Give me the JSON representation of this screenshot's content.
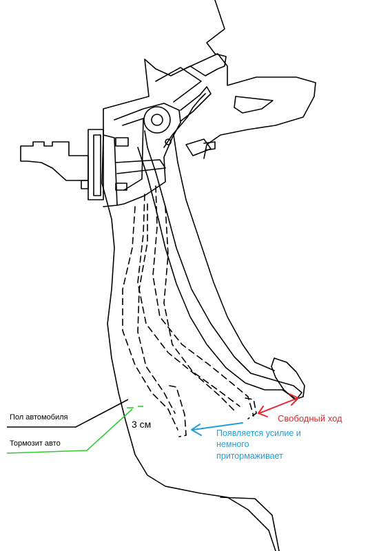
{
  "labels": {
    "floor": "Пол автомобиля",
    "brakes": "Тормозит авто",
    "gap": "3 см",
    "free_play": "Свободный ход",
    "force_line1": "Появляется усилие и",
    "force_line2": "немного",
    "force_line3": "притормаживает"
  },
  "colors": {
    "free_play": "#e8262b",
    "force": "#1f9fd8",
    "brakes_leader": "#2ecc2e",
    "lines": "#000000"
  }
}
